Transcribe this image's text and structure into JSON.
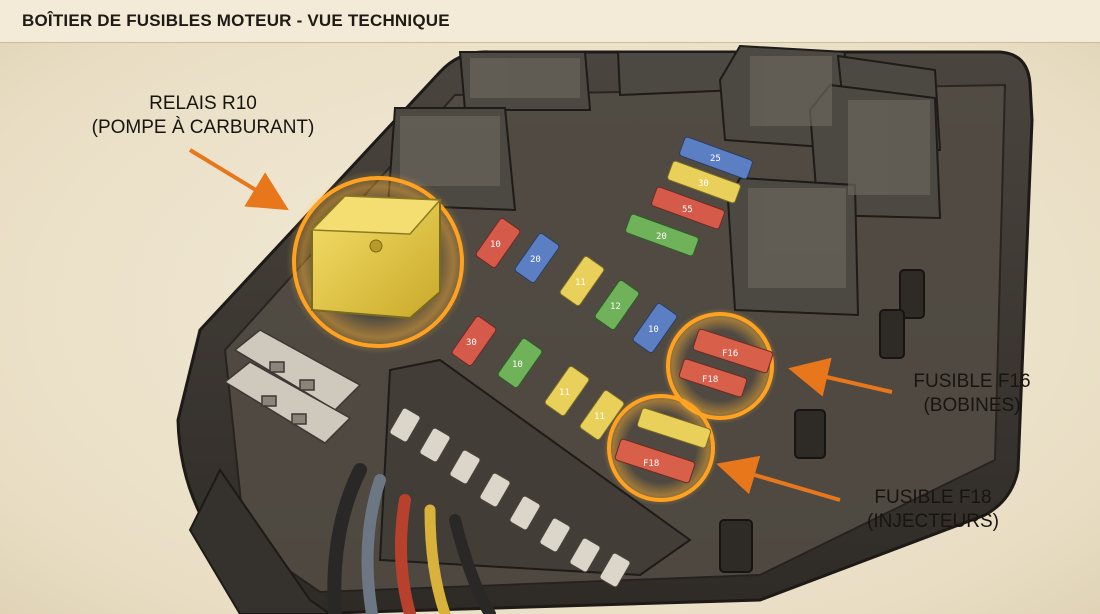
{
  "title": "BOÎTIER DE FUSIBLES MOTEUR - VUE TECHNIQUE",
  "callouts": {
    "relay": {
      "line1": "RELAIS R10",
      "line2": "(POMPE À CARBURANT)"
    },
    "f16": {
      "line1": "FUSIBLE F16",
      "line2": "(BOBINES)"
    },
    "f18": {
      "line1": "FUSIBLE F18",
      "line2": "(INJECTEURS)"
    }
  },
  "fuse_labels": {
    "top1": "25",
    "top2": "30",
    "top3": "55",
    "top4": "20",
    "mid1": "10",
    "mid2": "20",
    "mid3": "11",
    "mid4": "12",
    "mid5": "10",
    "low1": "30",
    "low2": "10",
    "low3": "11",
    "low4": "11",
    "f16": "F16",
    "f18_top": "F18",
    "f18": "F18"
  },
  "colors": {
    "highlight": "#ffa21f",
    "arrow": "#e8771c",
    "relay": "#e8c93a",
    "housing": "#3b3732"
  }
}
